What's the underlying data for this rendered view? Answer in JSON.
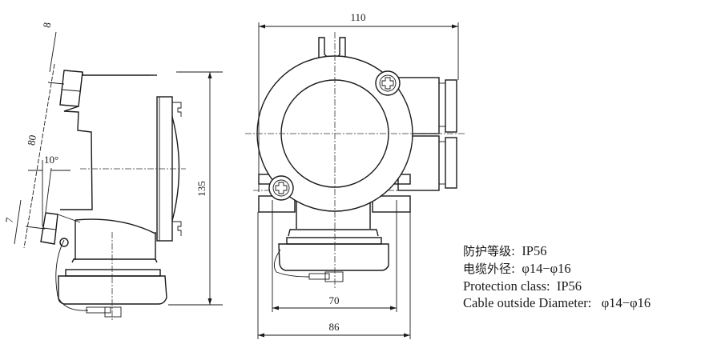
{
  "side_view": {
    "dimensions": {
      "width_top": "8",
      "spacing": "80",
      "angle": "10°",
      "width_bottom": "7",
      "height": "135"
    }
  },
  "front_view": {
    "dimensions": {
      "overall_width": "110",
      "mount_inner": "70",
      "mount_outer": "86"
    }
  },
  "specs": [
    {
      "label": "防护等级:",
      "value": "IP56"
    },
    {
      "label": "电缆外径:",
      "value": "φ14−φ16"
    },
    {
      "label": "Protection class:",
      "value": "IP56"
    },
    {
      "label": "Cable outside Diameter:",
      "value": "φ14−φ16"
    }
  ]
}
